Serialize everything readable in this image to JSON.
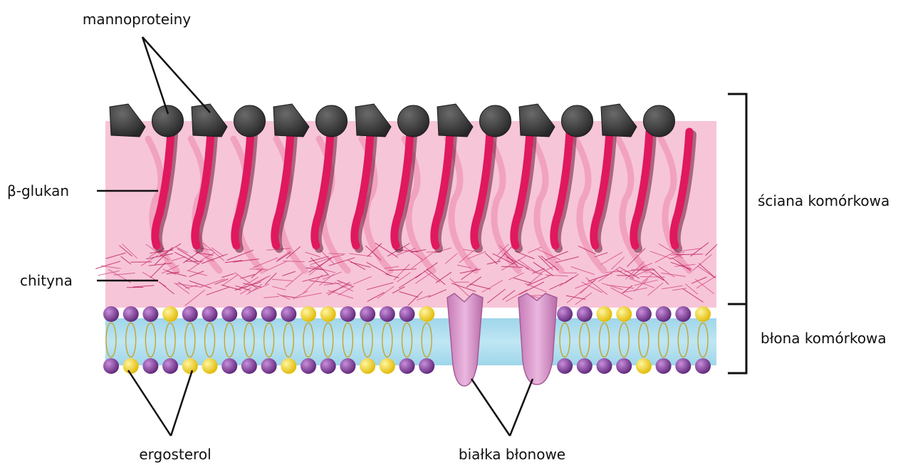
{
  "labels": {
    "mannoproteins": "mannoproteiny",
    "glucan": "β-glukan",
    "chitin": "chityna",
    "ergosterol": "ergosterol",
    "membrane_proteins": "białka błonowe",
    "cell_wall": "ściana komórkowa",
    "cell_membrane": "błona komórkowa"
  },
  "colors": {
    "wall_background": "#f7c5d8",
    "glucan": "#e0185f",
    "glucan_faint": "#ec7fa6",
    "chitin_fibers": "#b81a58",
    "mannoprotein": "#3a3a3a",
    "phospholipid_head": "#7d3c98",
    "ergosterol": "#f3d21b",
    "membrane_core": "#a8dcec",
    "membrane_protein": "#d58fc6",
    "bracket": "#111111"
  }
}
